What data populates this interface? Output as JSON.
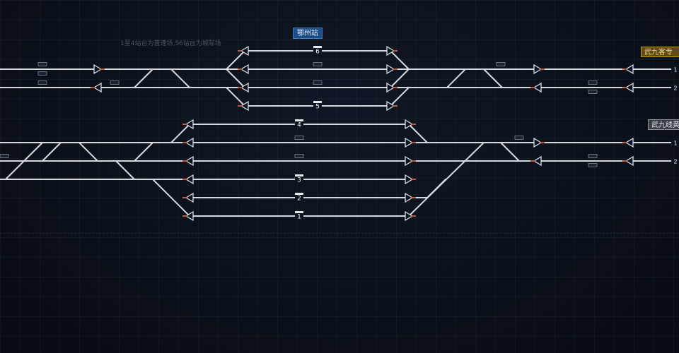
{
  "station": {
    "title": "鄂州站"
  },
  "note": "1至4站台为普速场,56站台为城际场",
  "exits": {
    "upper": "武九客专",
    "lower": "武九线黄"
  },
  "platforms": [
    "6",
    "5",
    "4",
    "3",
    "2",
    "1"
  ],
  "exit_tracks": {
    "upper": [
      "1",
      "2"
    ],
    "lower": [
      "1",
      "2"
    ]
  },
  "colors": {
    "track": "#d5d9de",
    "arrow": "#d8dde3",
    "station_bg": "#1d4f86",
    "exit_upper_bg": "#5e4a12",
    "exit_lower_bg": "#3a3f47"
  }
}
